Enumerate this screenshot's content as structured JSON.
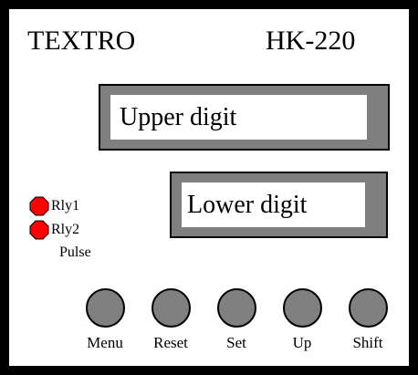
{
  "header": {
    "brand": "TEXTRO",
    "model": "HK-220"
  },
  "displays": {
    "upper": "Upper digit",
    "lower": "Lower digit"
  },
  "indicators": {
    "rly1": "Rly1",
    "rly2": "Rly2",
    "pulse": "Pulse",
    "led_color": "#ff0000"
  },
  "buttons": [
    {
      "label": "Menu"
    },
    {
      "label": "Reset"
    },
    {
      "label": "Set"
    },
    {
      "label": "Up"
    },
    {
      "label": "Shift"
    }
  ],
  "colors": {
    "panel_border": "#000000",
    "display_frame": "#7f7f7f",
    "button_fill": "#808080"
  }
}
